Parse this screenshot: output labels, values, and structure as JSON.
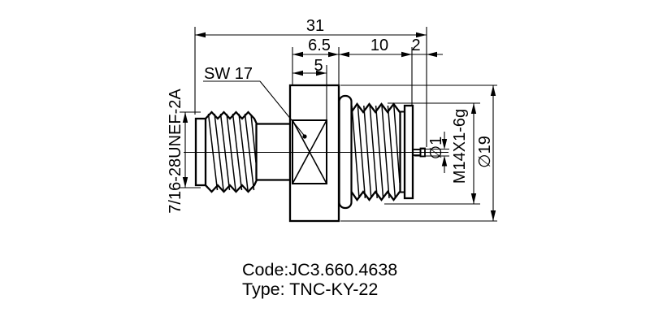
{
  "drawing": {
    "kind": "connector-technical-drawing",
    "dimensions": {
      "overall_length": "31",
      "hex_length": "6.5",
      "thread_section_length": "10",
      "pin_protrusion": "2",
      "interface_depth": "5"
    },
    "labels": {
      "wrench_size": "SW 17",
      "left_thread": "7/16-28UNEF-2A",
      "pin_diameter": "∅1",
      "right_thread": "M14X1-6g",
      "body_diameter": "∅19"
    },
    "footer": {
      "code": "Code:JC3.660.4638",
      "type": "Type: TNC-KY-22"
    },
    "colors": {
      "line": "#000000",
      "background": "#ffffff"
    }
  }
}
